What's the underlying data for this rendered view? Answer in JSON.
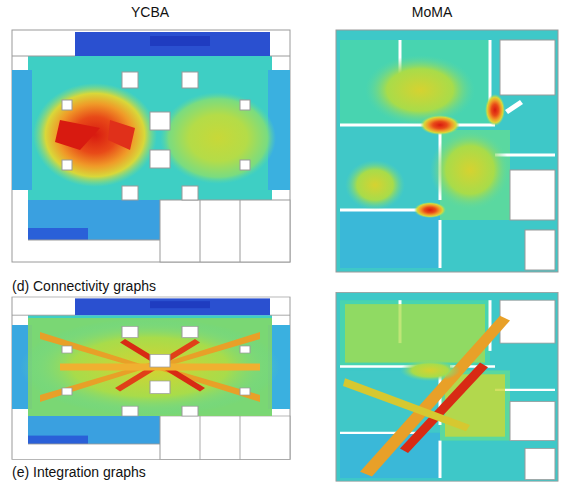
{
  "diagram": {
    "labels": [
      "YCBA",
      "MoMA",
      "(d) Connectivity graphs",
      "(e) Integration graphs"
    ]
  }
}
